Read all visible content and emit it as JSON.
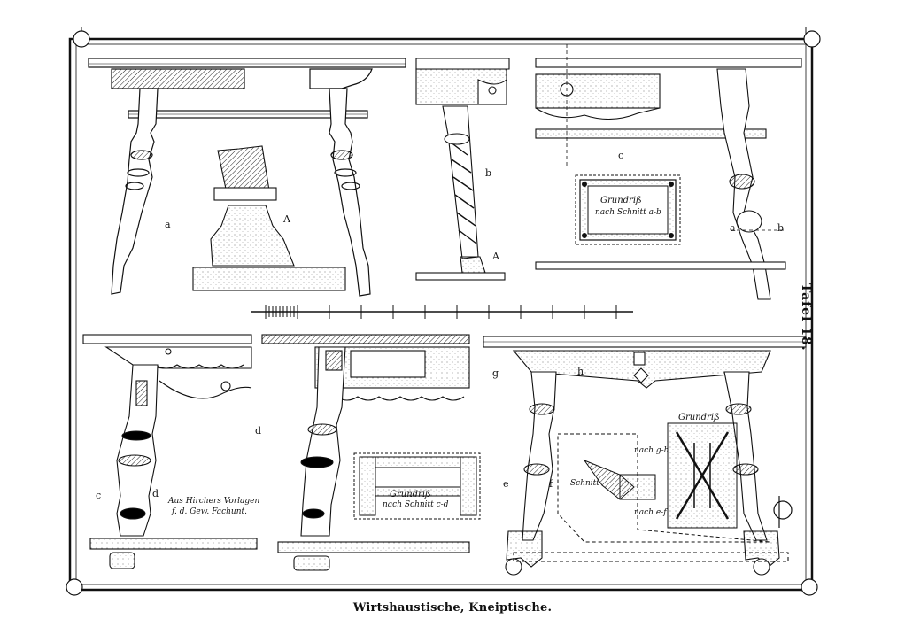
{
  "plate": {
    "caption": "Wirtshaustische, Kneiptische.",
    "plate_label": "Tafel 18."
  },
  "labels": {
    "a": "a",
    "b": "b",
    "c": "c",
    "d": "d",
    "A1": "A",
    "A2": "A",
    "ab_a": "a",
    "ab_b": "b",
    "cd_c": "c",
    "cd_d": "d",
    "gh_g": "g",
    "gh_h": "h",
    "ef_e": "e",
    "ef_f": "f"
  },
  "handwritten": {
    "grundriss_ab_title": "Grundriß",
    "grundriss_ab_sub": "nach Schnitt a-b",
    "grundriss_cd_title": "Grundriß",
    "grundriss_cd_sub": "nach Schnitt c-d",
    "grundriss_3_title": "Grundriß",
    "nach_gh": "nach g-h",
    "nach_ef": "nach e-f",
    "schnitt_label": "Schnitt",
    "credit_line1": "Aus Hirchers Vorlagen",
    "credit_line2": "f. d. Gew. Fachunt."
  }
}
